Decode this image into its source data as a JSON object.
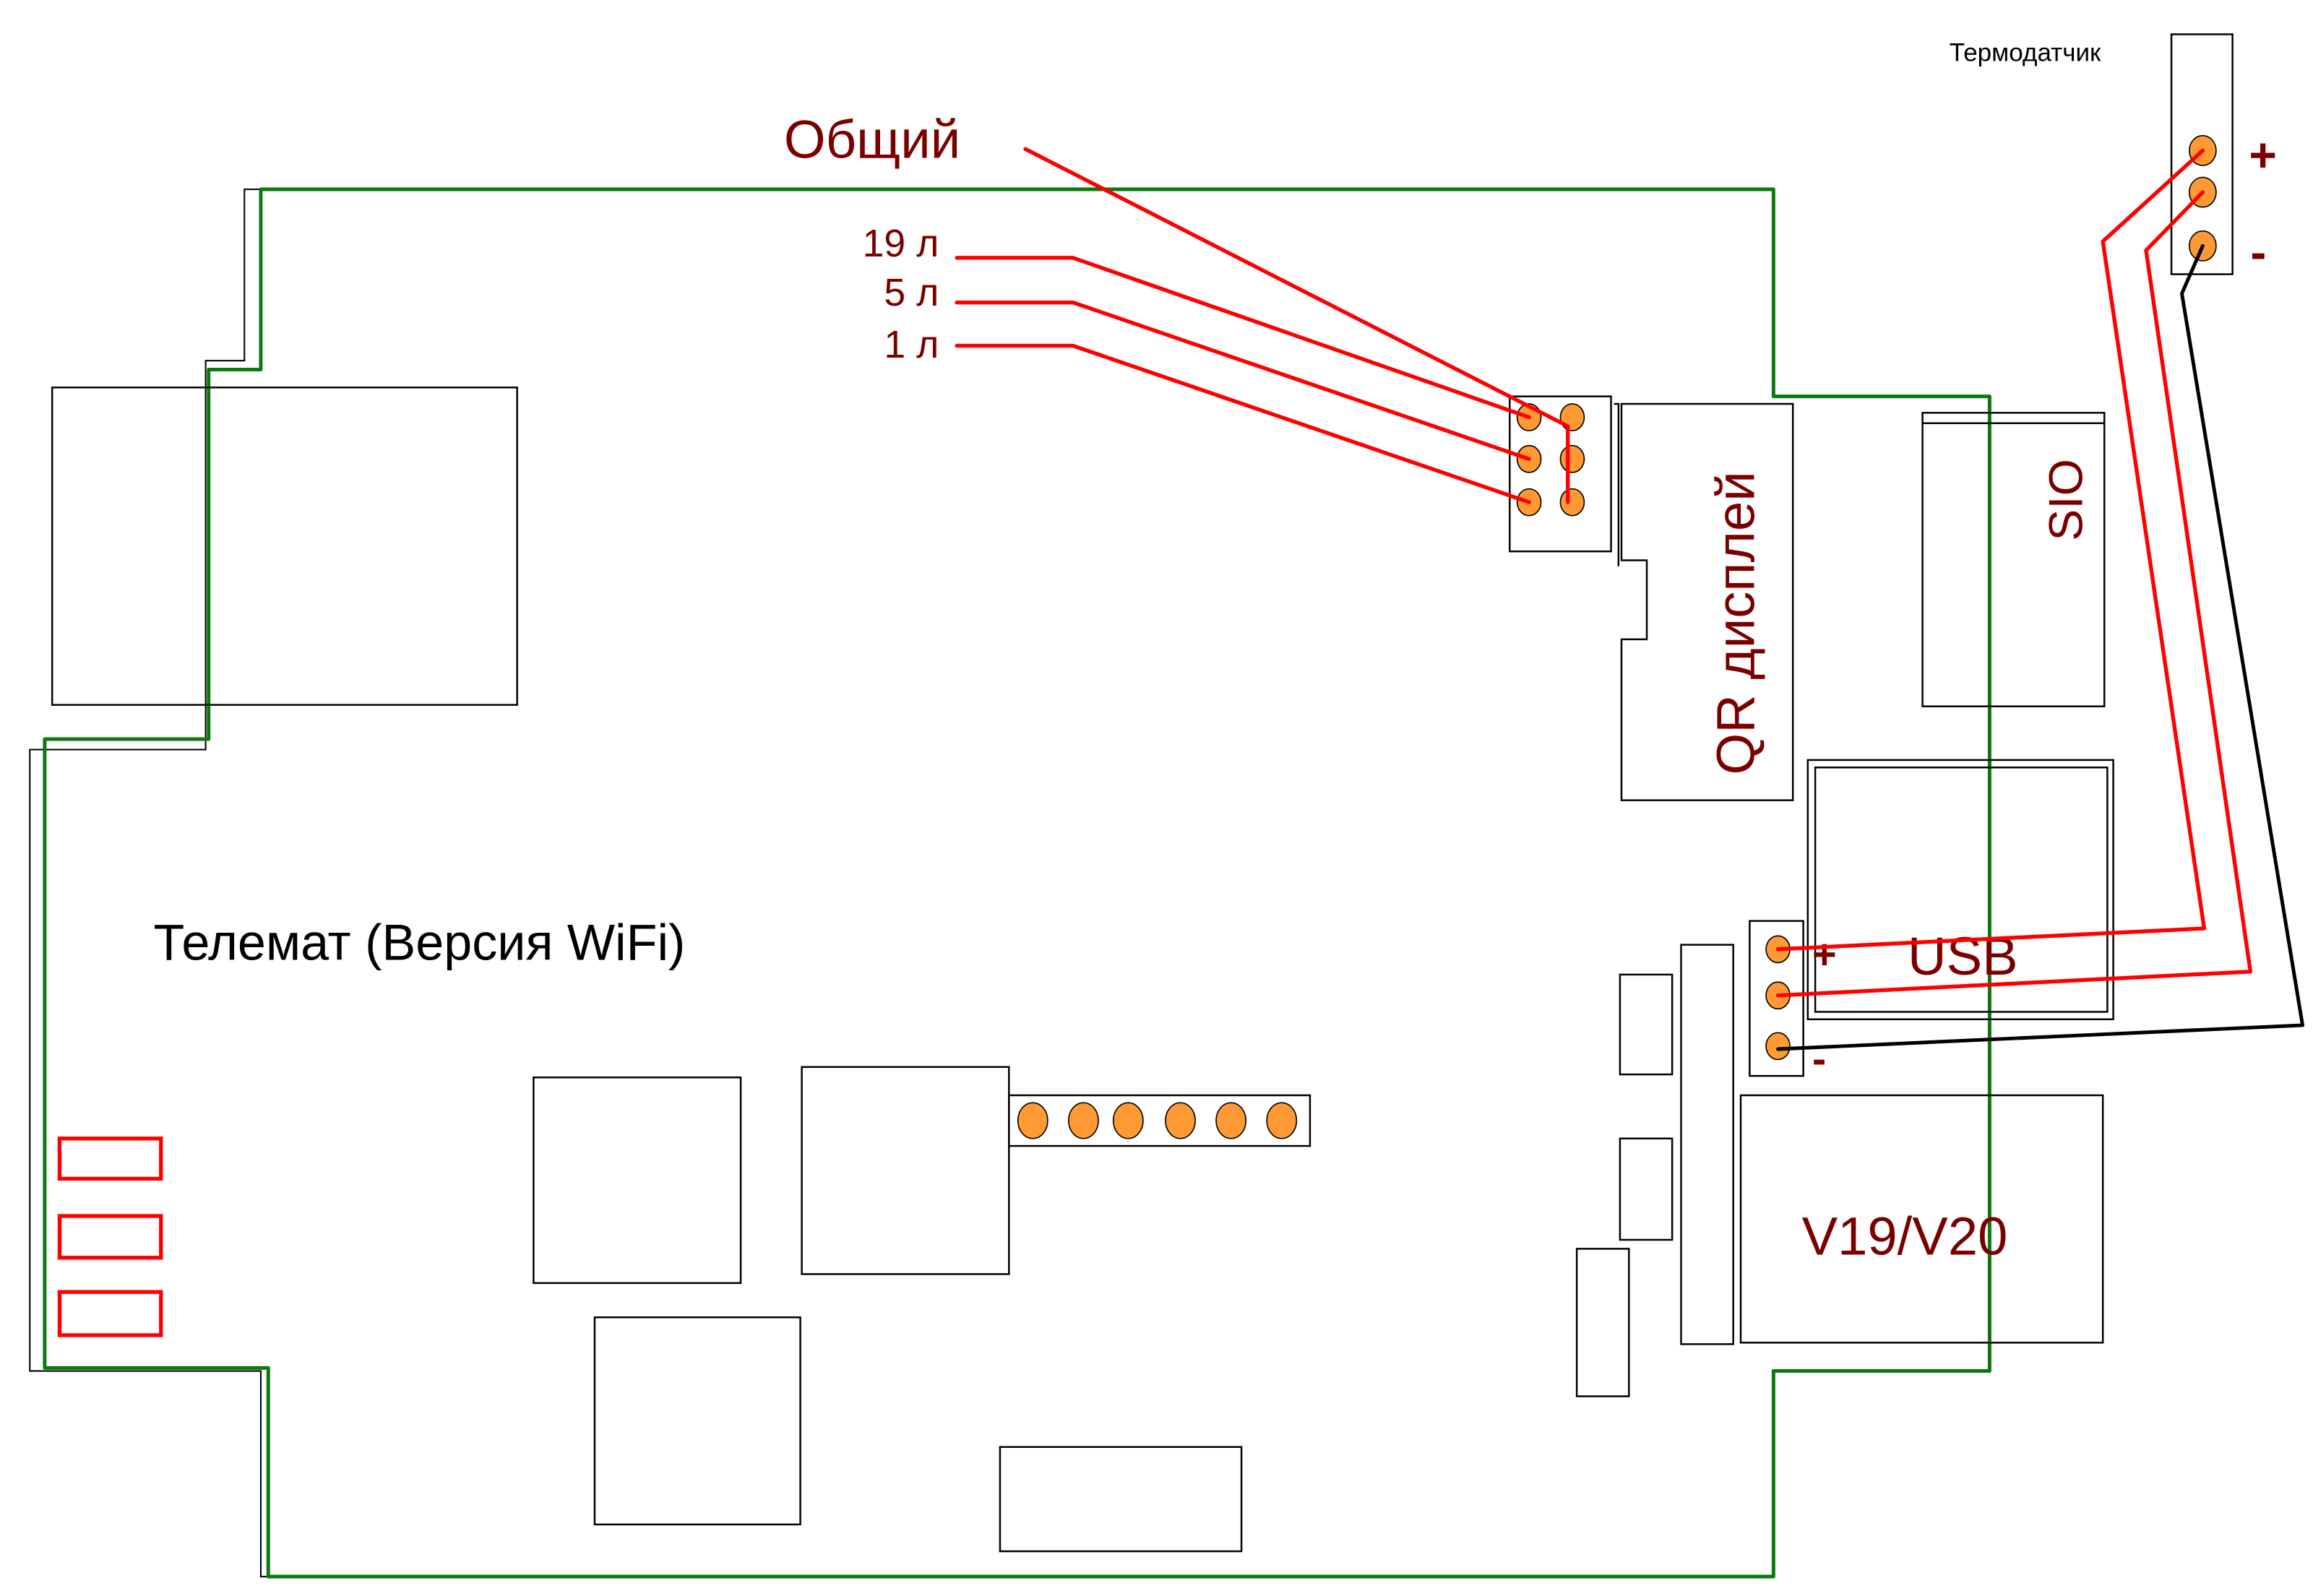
{
  "diagram": {
    "title": "Телемат (Версия WiFi)",
    "sensor": {
      "label": "Термодатчик",
      "plus": "+",
      "minus": "-"
    },
    "flow_connector": {
      "common_label": "Общий",
      "lines": [
        "19 л",
        "5 л",
        "1 л"
      ]
    },
    "components": {
      "qr_display": "QR дисплей",
      "sio": "SIO",
      "usb": "USB",
      "usb_plus": "+",
      "usb_minus": "-",
      "version": "V19/V20"
    },
    "colors": {
      "label": "#7a0000",
      "wire_signal": "#ff0000",
      "wire_ground": "#000000",
      "board_outline": "#0a7a0a",
      "pin": "#ff9933",
      "led": "#ff0000"
    }
  }
}
